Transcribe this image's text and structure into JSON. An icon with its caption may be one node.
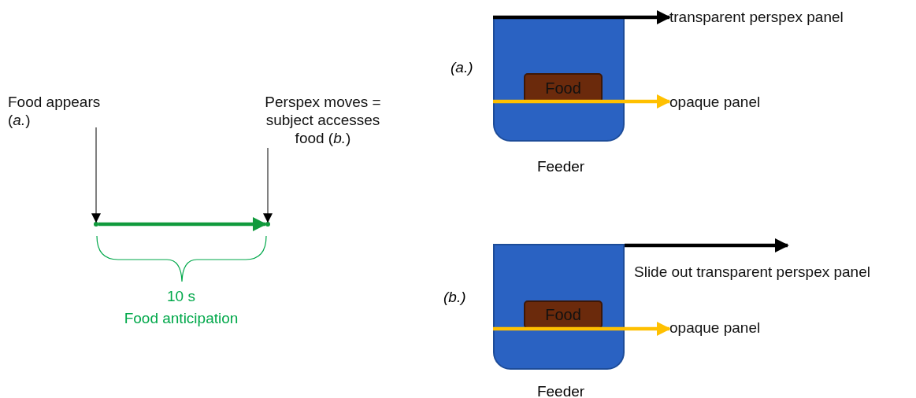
{
  "diagram": {
    "nodes": [
      {
        "text": [
          "Food appears (*a.*)"
        ]
      },
      {
        "text": [
          "Perspex moves = subject accesses food (*b.*)"
        ]
      },
      {
        "text": [],
        "shape": "point"
      },
      {
        "text": [],
        "shape": "point"
      },
      {
        "text": [],
        "shape": "box",
        "beside": [
          "Feeder"
        ]
      },
      {
        "text": [
          "Food"
        ],
        "in": 4
      },
      {
        "text": [
          "transparent perspex panel"
        ]
      },
      {
        "text": [
          "opaque panel"
        ]
      },
      {
        "text": [],
        "shape": "box",
        "beside": [
          "Feeder"
        ]
      },
      {
        "text": [
          "Food"
        ],
        "in": 8
      },
      {
        "text": [
          "Slide out transparent perspex panel"
        ]
      },
      {
        "text": [
          "opaque panel"
        ]
      }
    ],
    "edges": [
      {
        "from": 0,
        "to": 2,
        "arrow": "to"
      },
      {
        "from": 1,
        "to": 3,
        "arrow": "to"
      },
      {
        "from": 2,
        "to": 3,
        "arrow": "to",
        "color": "#109a3c"
      },
      {
        "from": 4,
        "to": 6,
        "arrow": "to"
      },
      {
        "from": 4,
        "to": 7,
        "arrow": "to",
        "color": "#ffc000"
      },
      {
        "from": 8,
        "to": 10,
        "arrow": "to"
      },
      {
        "from": 8,
        "to": 11,
        "arrow": "to",
        "color": "#ffc000"
      }
    ],
    "labels": [
      "10 s",
      "Food anticipation",
      "(a.)",
      "(b.)"
    ]
  }
}
